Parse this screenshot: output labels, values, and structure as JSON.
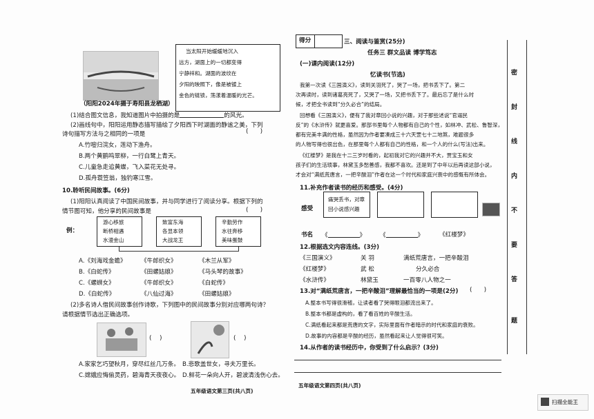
{
  "left": {
    "poem_box": [
      "当太阳开始缓缓地沉入",
      "远方，湖面上的一切都变得",
      "宁静祥和。湖面的波纹在",
      "夕阳的映照下，像是被镀上",
      "金色的链锁，荡漾着温暖的光芒。"
    ],
    "photo_caption": "（阳阳2024年摄于寿阳县龙栖湖）",
    "q1": "(1)结合图文信息，我知道图片中拍摄的是",
    "q1_tail": "的风光。",
    "q2_line1": "(2)画线句中，阳阳运用静态描写描绘了夕阳西下时湖面的静谧之美，下列",
    "q2_line2": "诗句描写方法与之相同的一项是",
    "q2_options": [
      "A.竹喧归浣女，莲动下渔舟。",
      "B.两个黄鹂鸣翠柳，一行白鹭上青天。",
      "C.儿童急走追黄蝶，飞入菜花无处寻。",
      "D.孤舟蓑笠翁，独钓寒江雪。"
    ],
    "q10_title": "10.聆听民间故事。(6分)",
    "q10_1_line1": "(1)阳阳认真阅读了中国民间故事，并与同学进行了阅读分享。根据下列的",
    "q10_1_line2": "情节图可知，他分享的民间故事是",
    "example_label": "例：",
    "story_boxes": [
      [
        "游心移旅",
        "断桥相遇",
        "水漫金山"
      ],
      [
        "致富东海",
        "各显本领",
        "大战龙王"
      ],
      [
        "辛勤劳作",
        "水往奔移",
        "美味蛋鼓"
      ]
    ],
    "q10_options": [
      [
        "A.《刘海戏金蟾》",
        "《牛郎织女》",
        "《木兰从军》"
      ],
      [
        "B.《白蛇传》",
        "《田螺姑娘》",
        "《马头琴的故事》"
      ],
      [
        "C.《螺蛳女》",
        "《牛郎织女》",
        "《白蛇传》"
      ],
      [
        "D.《白蛇传》",
        "《八仙过海》",
        "《田螺姑娘》"
      ]
    ],
    "q10_2_line1": "(2)多名诗人借民间故事创作诗歌，下列图中的民间故事分别对应哪两句诗？",
    "q10_2_line2": "请根据情节选出正确选项。",
    "q10_2_options": [
      [
        "A.家家乞巧望秋月，穿尽红丝几万条。",
        "B.悲歌盖世女，寻夫万里长。"
      ],
      [
        "C.嫦娥应悔偷灵药，碧海青天夜夜心。",
        "D.鲜花一朵向人开，碧波清浅伤心去。"
      ]
    ],
    "footer": "五年级语文第三页(共八页)"
  },
  "right": {
    "score_label": "得分",
    "section_title": "三、阅读与鉴赏(25分)",
    "task_title": "任务三  群文品读  博学笃志",
    "sub_title": "(一)课内阅读(12分)",
    "passage_title": "忆读书(节选)",
    "passage": [
      "我第一次读《三国演义》，读到关羽死了，哭了一场，把书丢下了。第二",
      "次再读时，读到诸葛亮死了，又哭了一场，又把书丢下了。最后忘了是什么时",
      "候，才把全书读到“分久必合”的结局。",
      "回想看《三国演义》，便有了我对章回小说的兴趣，对于那些述说“官逼民",
      "反”的《水浒传》就更喜爱。那部书里每个人物都有自己的个性，如林冲、武松、鲁智深，",
      "都有完美丰满的性格，虽然因为作者要凑成三十六天罡七十二地煞，难题很多",
      "的人物写得也很出色，在那里每个人都有自己的性格，和一个人的什么(写法)出来。",
      "《红楼梦》是我在十二三岁时看的，起初我对它的兴趣并不大，贾宝玉和女",
      "孩子们的生活琐事，林黛玉多愁善感，我都不喜欢。还是到了中年以后再读这部小说，",
      "才会对“满纸荒唐言，一把辛酸泪”作者在这一个时代和家庭兴衰中的感慨有所体会。"
    ],
    "q11": "11.补充作者读书的经历和感受。(4分)",
    "feel_label": "感受",
    "feel_first": [
      "痛哭丢书，对章",
      "回小说感兴趣"
    ],
    "book_label": "书名",
    "book_last": "《红楼梦》",
    "q12": "12.根据选文内容连线。(3分)",
    "q12_left": [
      "《三国演义》",
      "《红楼梦》",
      "《水浒传》"
    ],
    "q12_mid": [
      "关  羽",
      "武  松",
      "林黛玉"
    ],
    "q12_right": [
      "满纸荒唐言，一把辛酸泪",
      "分久必合",
      "一百零八人物之一"
    ],
    "q13": "13.对“满纸荒唐言，一把辛酸泪”理解最恰当的一项是(2分)",
    "q13_options": [
      "A.整本书写得很滑稽，让读者看了哭得眼泪都流出来了。",
      "B.整本书都是虚构的，看了看百姓的辛酸生活。",
      "C.满纸看起来都是荒唐的文字，实际里面有作者暗示的时代和家庭的衰败。",
      "D.故事的内容都是辛酸的经历，虽然看起来让人觉得很可笑。"
    ],
    "q14": "14.从作者的读书经历中，你受到了什么启示？(3分)",
    "footer": "五年级语文第四页(共八页)"
  },
  "sidebar": [
    "密",
    "封",
    "线",
    "内",
    "不",
    "要",
    "答",
    "题"
  ],
  "watermark": "扫描全能王"
}
